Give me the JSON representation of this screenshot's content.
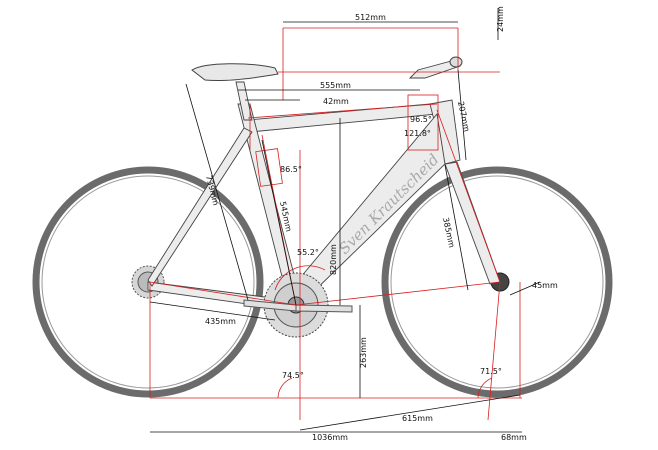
{
  "signature": "Sven Krautscheid",
  "dimensions": {
    "top_reach": "512mm",
    "handlebar_drop": "24mm",
    "top_tube": "555mm",
    "setback": "42mm",
    "stem": "207mm",
    "head_angle_top": "96.5°",
    "head_tube_angle": "121.8°",
    "seat_tube_angle": "86.5°",
    "saddle_height": "739mm",
    "seat_tube": "545mm",
    "stack": "820mm",
    "fork": "385mm",
    "bb_angle": "55.2°",
    "offset": "45mm",
    "chainstay": "435mm",
    "bb_height": "263mm",
    "seat_angle": "74.5°",
    "head_angle": "71.5°",
    "front_center": "615mm",
    "wheelbase": "1036mm",
    "trail": "68mm"
  }
}
